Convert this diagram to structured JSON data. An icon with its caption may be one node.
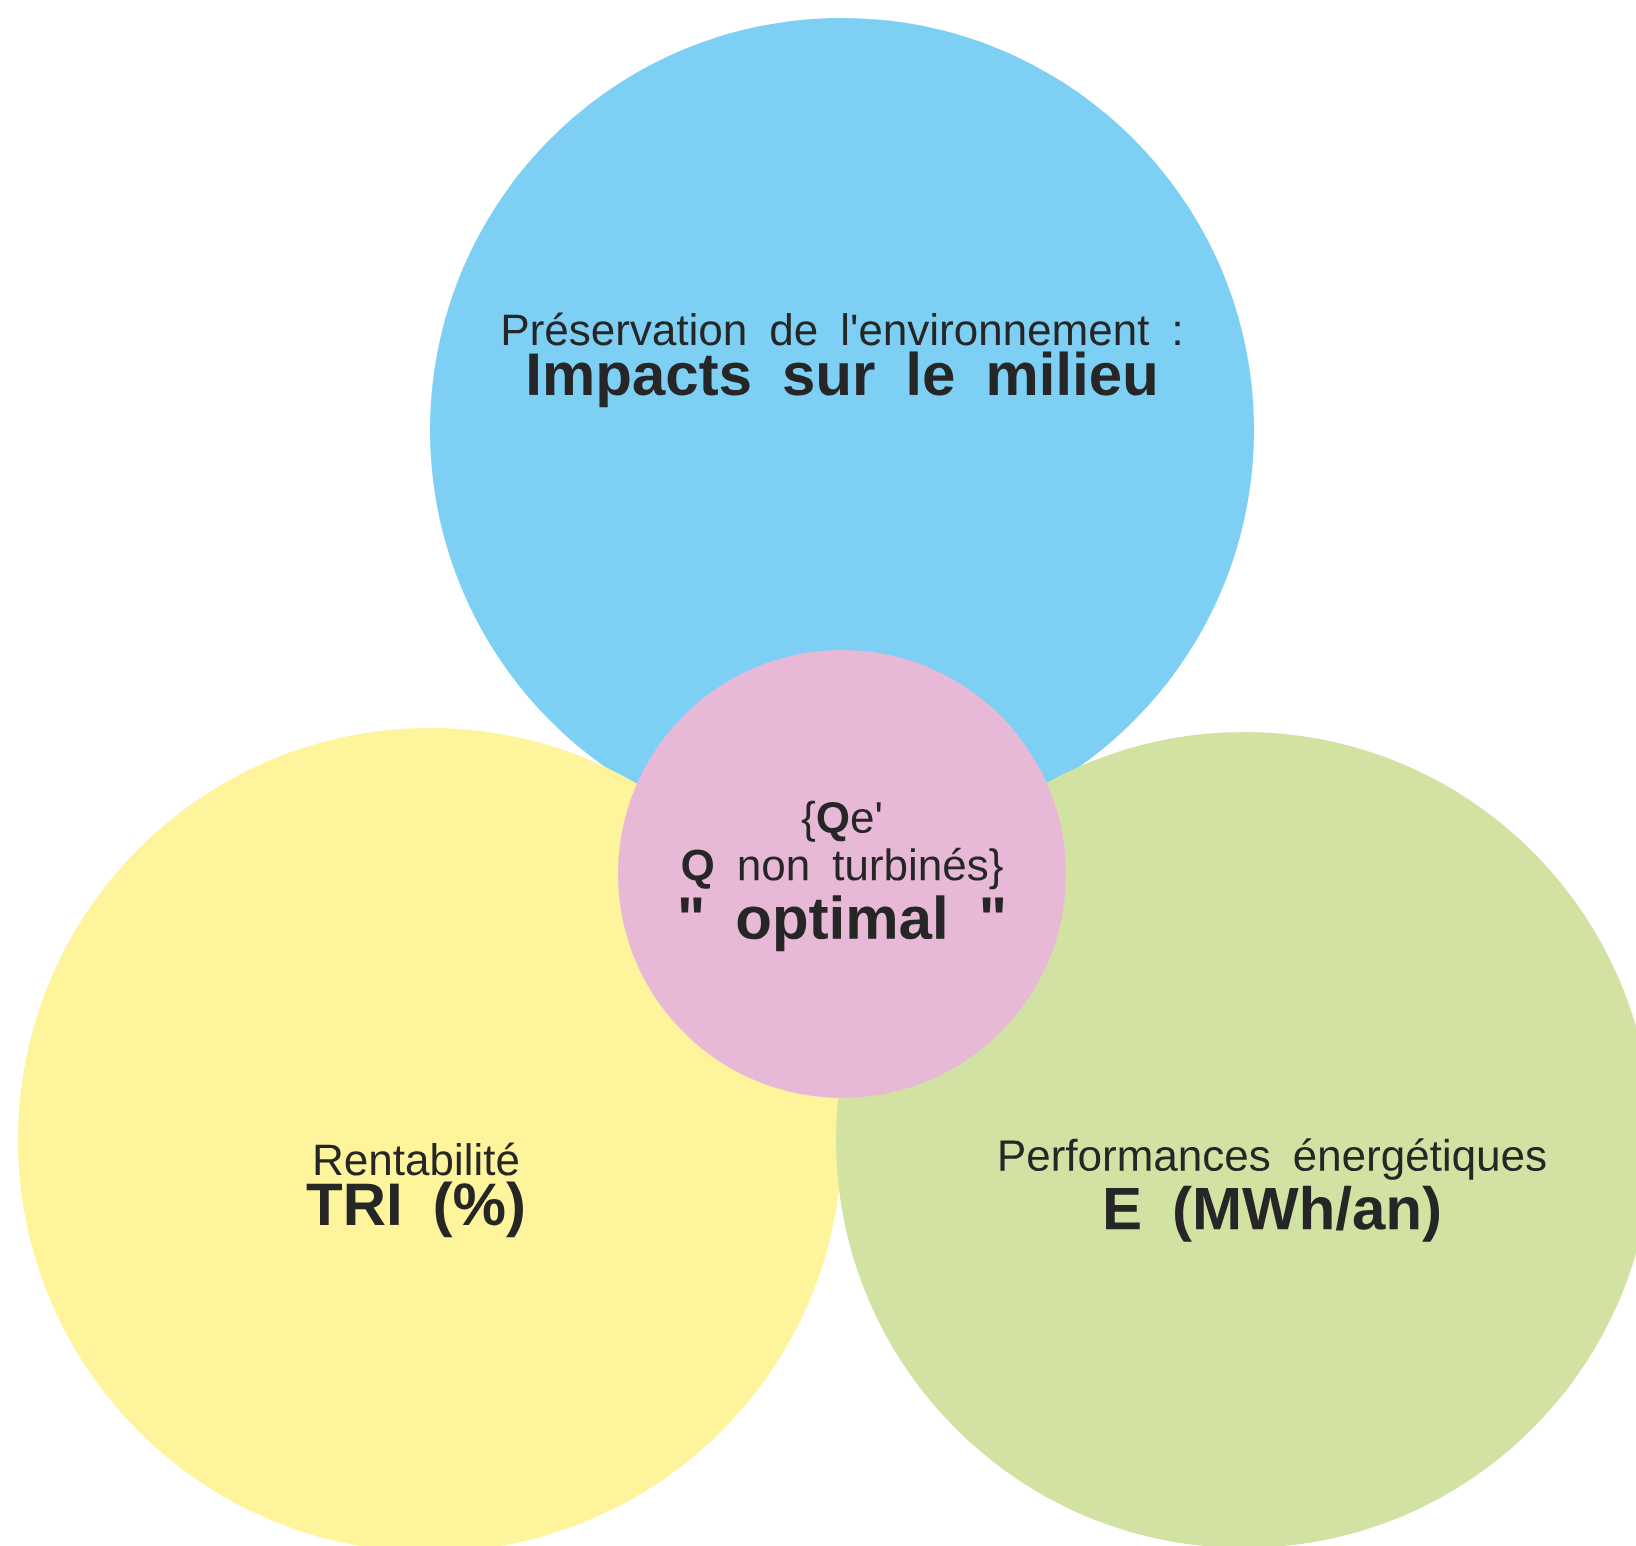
{
  "diagram": {
    "nodes": [
      {
        "text": [
          "Préservation de l'environnement :",
          "Impacts sur le milieu"
        ]
      },
      {
        "text": [
          "Rentabilité",
          "TRI (%)"
        ]
      },
      {
        "text": [
          "Performances énergétiques",
          "E (MWh/an)"
        ]
      },
      {
        "text": [
          "{**Q**e'",
          "**Q** non turbinés}",
          "\" optimal \""
        ]
      }
    ]
  }
}
